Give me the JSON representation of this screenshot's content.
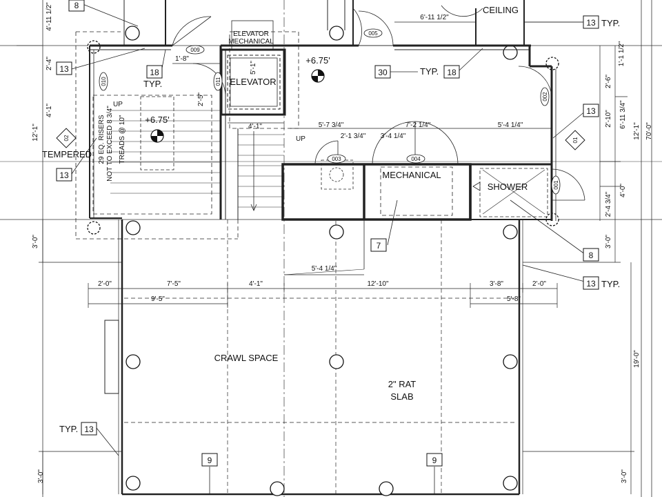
{
  "labels": {
    "ceiling": "CEILING",
    "typ_13_top": "TYP.",
    "typ_13_mid": "TYP.",
    "typ_13_bot": "TYP.",
    "typ_18_left": "TYP.",
    "typ_18_right": "TYP.",
    "elevator": "ELEVATOR",
    "elevator_mechanical_1": "ELEVATOR",
    "elevator_mechanical_2": "MECHANICAL",
    "mechanical": "MECHANICAL",
    "shower": "SHOWER",
    "crawl_space": "CRAWL SPACE",
    "rat_slab_1": "2\" RAT",
    "rat_slab_2": "SLAB",
    "tempered": "TEMPERED",
    "up_1": "UP",
    "up_2": "UP",
    "stair_note_1": "29 EQ. RISERS",
    "stair_note_2": "NOT TO EXCEED 8 3/4\"",
    "stair_note_3": "TREADS @ 10\""
  },
  "elevations": {
    "elev_left": "+6.75'",
    "elev_right": "+6.75'"
  },
  "tags": {
    "t8_top": "8",
    "t13_top_right": "13",
    "t13_left": "13",
    "t18_left": "18",
    "t30": "30",
    "t18_right": "18",
    "t13_right": "13",
    "t13_left_low": "13",
    "t7": "7",
    "t8_right": "8",
    "t13_right_low": "13",
    "t13_typ_bottom": "13",
    "t9_left": "9",
    "t9_right": "9"
  },
  "doors": {
    "d009": "009",
    "d005": "005",
    "d011": "011",
    "d010": "010",
    "d002": "002",
    "d003": "003",
    "d004": "004",
    "d001": "001"
  },
  "diamonds": {
    "w02": "02",
    "w01": "01"
  },
  "dimensions": {
    "top_left_4_11": "4'-11 1/2\"",
    "left_2_4": "2'-4\"",
    "left_4_1": "4'-1\"",
    "left_12_1": "12'-1\"",
    "left_3_0_a": "3'-0\"",
    "left_3_0_b": "3'-0\"",
    "dim_1_8": "1'-8\"",
    "dim_5_1": "5'-1\"",
    "dim_2_5": "2'-5\"",
    "dim_4_1_mid": "4'-1\"",
    "dim_6_11_half": "6'-11 1/2\"",
    "dim_5_7": "5'-7 3/4\"",
    "dim_7_2": "7'-2 1/4\"",
    "dim_5_4_q": "5'-4 1/4\"",
    "dim_2_1": "2'-1 3/4\"",
    "dim_3_4": "3'-4 1/4\"",
    "dim_5_4_mid": "5'-4 1/4\"",
    "dim_2_0_a": "2'-0\"",
    "dim_7_5": "7'-5\"",
    "dim_4_1_b": "4'-1\"",
    "dim_12_10": "12'-10\"",
    "dim_3_8": "3'-8\"",
    "dim_2_0_b": "2'-0\"",
    "dim_9_5": "9'-5\"",
    "dim_5_8": "5'-8\"",
    "r_1_1": "1'-1 1/2\"",
    "r_2_6": "2'-6\"",
    "r_2_10": "2'-10\"",
    "r_6_11": "6'-11 3/4\"",
    "r_12_1": "12'-1\"",
    "r_70_0": "70'-0\"",
    "r_4_0": "4'-0\"",
    "r_2_4": "2'-4 3/4\"",
    "r_3_0": "3'-0\"",
    "r_19_0": "19'-0\"",
    "r_3_0_b": "3'-0\""
  }
}
